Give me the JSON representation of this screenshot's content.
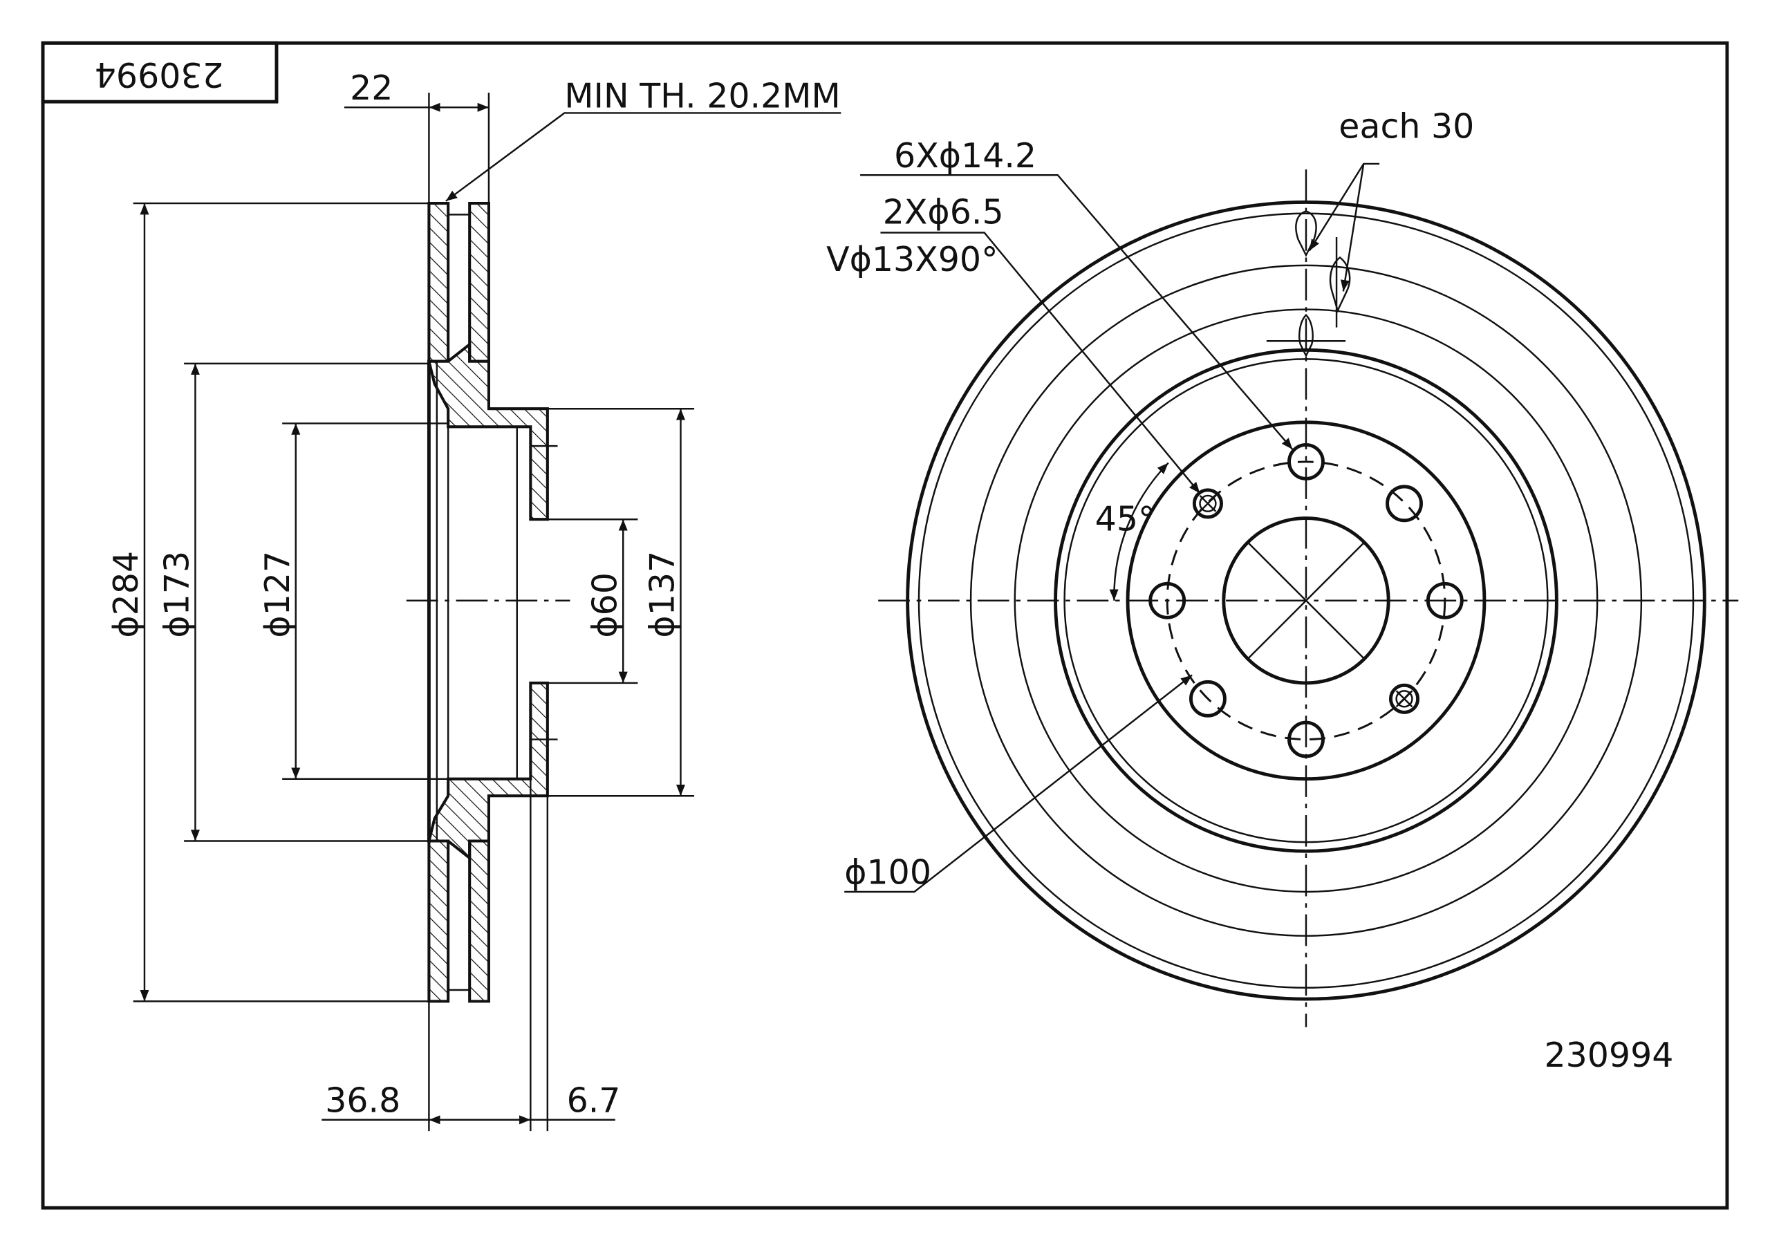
{
  "title_block": {
    "part_number_rotated": "230994"
  },
  "part_number": "230994",
  "section_view": {
    "width_dim": "22",
    "min_thickness": "MIN TH. 20.2MM",
    "dia_outer": "ϕ284",
    "dia_173": "ϕ173",
    "dia_127": "ϕ127",
    "dia_center": "ϕ60",
    "dia_137": "ϕ137",
    "height_dim": "36.8",
    "flange_dim": "6.7"
  },
  "front_view": {
    "bolt_holes": "6Xϕ14.2",
    "small_holes": "2Xϕ6.5",
    "countersink": "Vϕ13X90°",
    "each": "each 30",
    "angle": "45°",
    "pcd": "ϕ100"
  }
}
